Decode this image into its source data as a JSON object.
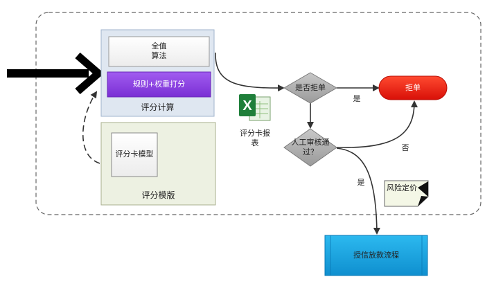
{
  "nodes": {
    "full_algorithm": "全值\n算法",
    "rules_weighted": "规则+权重打分",
    "score_calc": "评分计算",
    "scorecard_model": "评分卡模型",
    "score_template": "评分模版",
    "scorecard_report": "评分卡报\n表",
    "reject_decision": "是否拒单",
    "reject": "拒单",
    "manual_review": "人工审核通\n过？",
    "risk_pricing": "风险定价",
    "credit_flow": "授信放款流程"
  },
  "edge_labels": {
    "yes_reject": "是",
    "no_manual": "否",
    "yes_credit": "是"
  },
  "icons": {
    "excel": "excel-icon",
    "arrow": "big-arrow-icon"
  },
  "colors": {
    "purple": "#8b3ee0",
    "red": "#e81e10",
    "blue": "#19a6e0",
    "diamond": "#b0b0b0",
    "panel_blue": "#dfe7f1",
    "panel_green": "#edf1e2"
  }
}
